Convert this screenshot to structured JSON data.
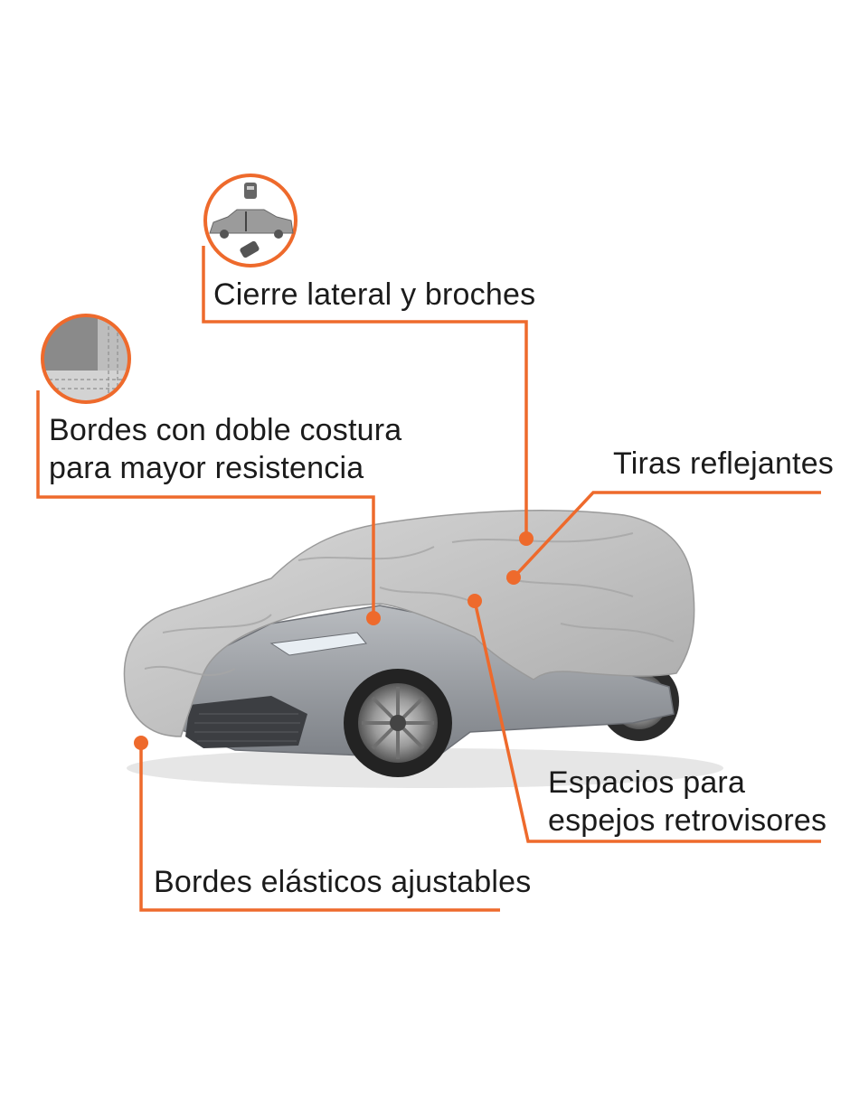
{
  "accent_color": "#ee6a2c",
  "callouts": {
    "zipper": {
      "label": "Cierre lateral y broches",
      "icon": "car-zipper-icon"
    },
    "double_stitch": {
      "line1": "Bordes con doble costura",
      "line2": "para mayor resistencia",
      "icon": "double-stitch-icon"
    },
    "reflective": {
      "label": "Tiras reflejantes"
    },
    "mirrors": {
      "line1": "Espacios para",
      "line2": "espejos retrovisores"
    },
    "elastic": {
      "label": "Bordes elásticos ajustables"
    }
  }
}
